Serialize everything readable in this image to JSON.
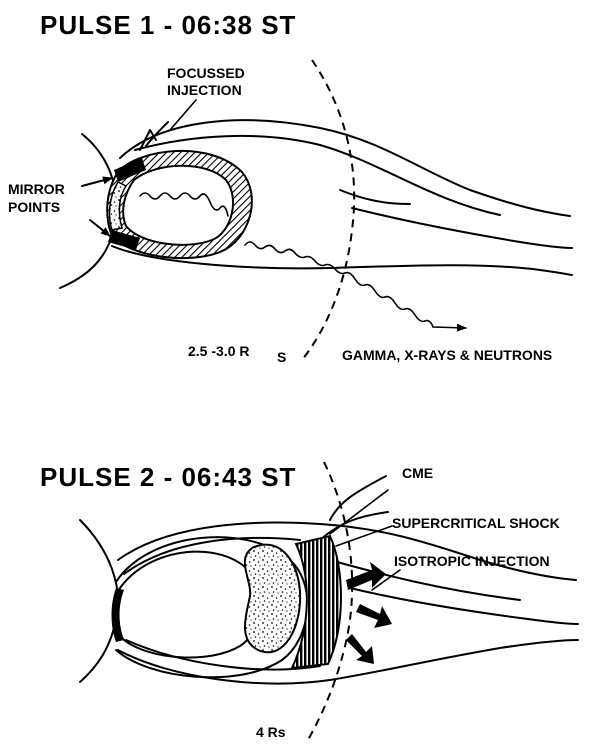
{
  "panel1": {
    "title": "PULSE    1  -  06:38  ST",
    "label_focussed_line1": "FOCUSSED",
    "label_focussed_line2": "INJECTION",
    "label_mirror_line1": "MIRROR",
    "label_mirror_line2": "POINTS",
    "label_radius": "2.5 -3.0 R",
    "label_radius_sub": "S",
    "label_emission": "GAMMA, X-RAYS & NEUTRONS"
  },
  "panel2": {
    "title": "PULSE    2  -  06:43  ST",
    "label_cme": "CME",
    "label_shock": "SUPERCRITICAL   SHOCK",
    "label_isotropic": "ISOTROPIC INJECTION",
    "label_radius": "4 Rs"
  }
}
